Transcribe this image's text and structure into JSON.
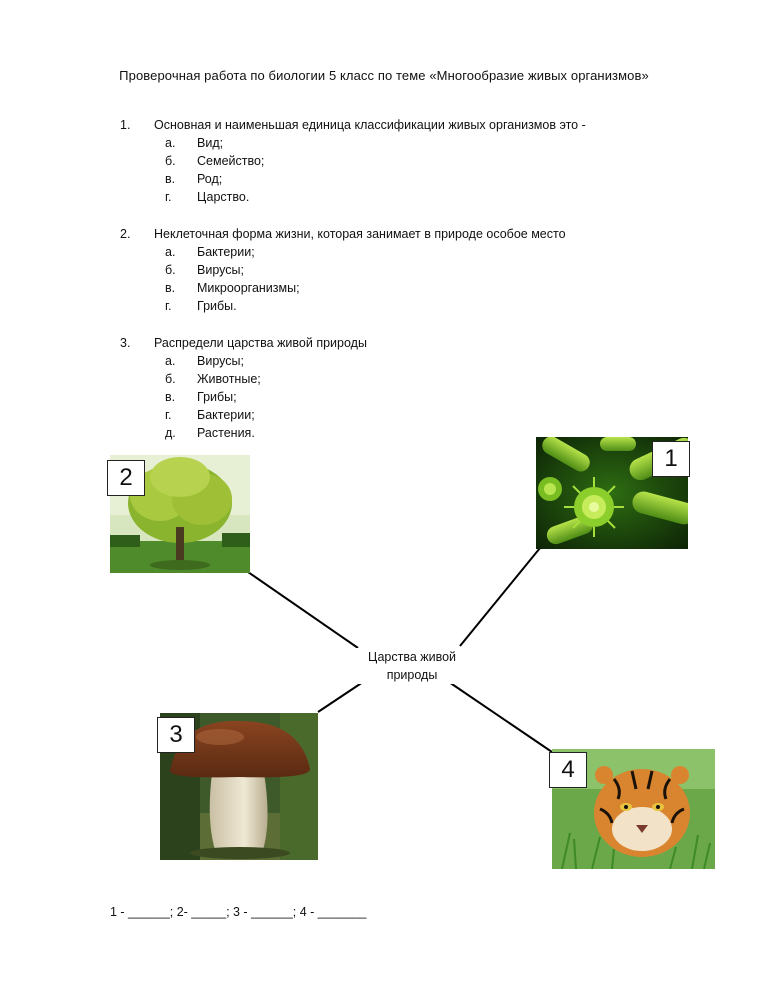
{
  "title": "Проверочная работа по биологии 5 класс по теме «Многообразие живых организмов»",
  "questions": [
    {
      "number": "1.",
      "text": "Основная и наименьшая единица классификации живых организмов  это -",
      "options": [
        {
          "letter": "а.",
          "text": "Вид;"
        },
        {
          "letter": "б.",
          "text": "Семейство;"
        },
        {
          "letter": "в.",
          "text": "Род;"
        },
        {
          "letter": "г.",
          "text": "Царство."
        }
      ]
    },
    {
      "number": "2.",
      "text": "Неклеточная форма жизни, которая занимает в природе особое место",
      "options": [
        {
          "letter": "а.",
          "text": "Бактерии;"
        },
        {
          "letter": "б.",
          "text": "Вирусы;"
        },
        {
          "letter": "в.",
          "text": "Микроорганизмы;"
        },
        {
          "letter": "г.",
          "text": "Грибы."
        }
      ]
    },
    {
      "number": "3.",
      "text": "Распредели царства живой природы",
      "options": [
        {
          "letter": "а.",
          "text": "Вирусы;"
        },
        {
          "letter": "б.",
          "text": "Животные;"
        },
        {
          "letter": "в.",
          "text": "Грибы;"
        },
        {
          "letter": "г.",
          "text": "Бактерии;"
        },
        {
          "letter": "д.",
          "text": "Растения."
        }
      ]
    }
  ],
  "diagram": {
    "center_line1": "Царства живой",
    "center_line2": "природы",
    "labels": [
      "1",
      "2",
      "3",
      "4"
    ]
  },
  "answer_line": "1 - ______; 2- _____; 3 - ______; 4 - _______"
}
